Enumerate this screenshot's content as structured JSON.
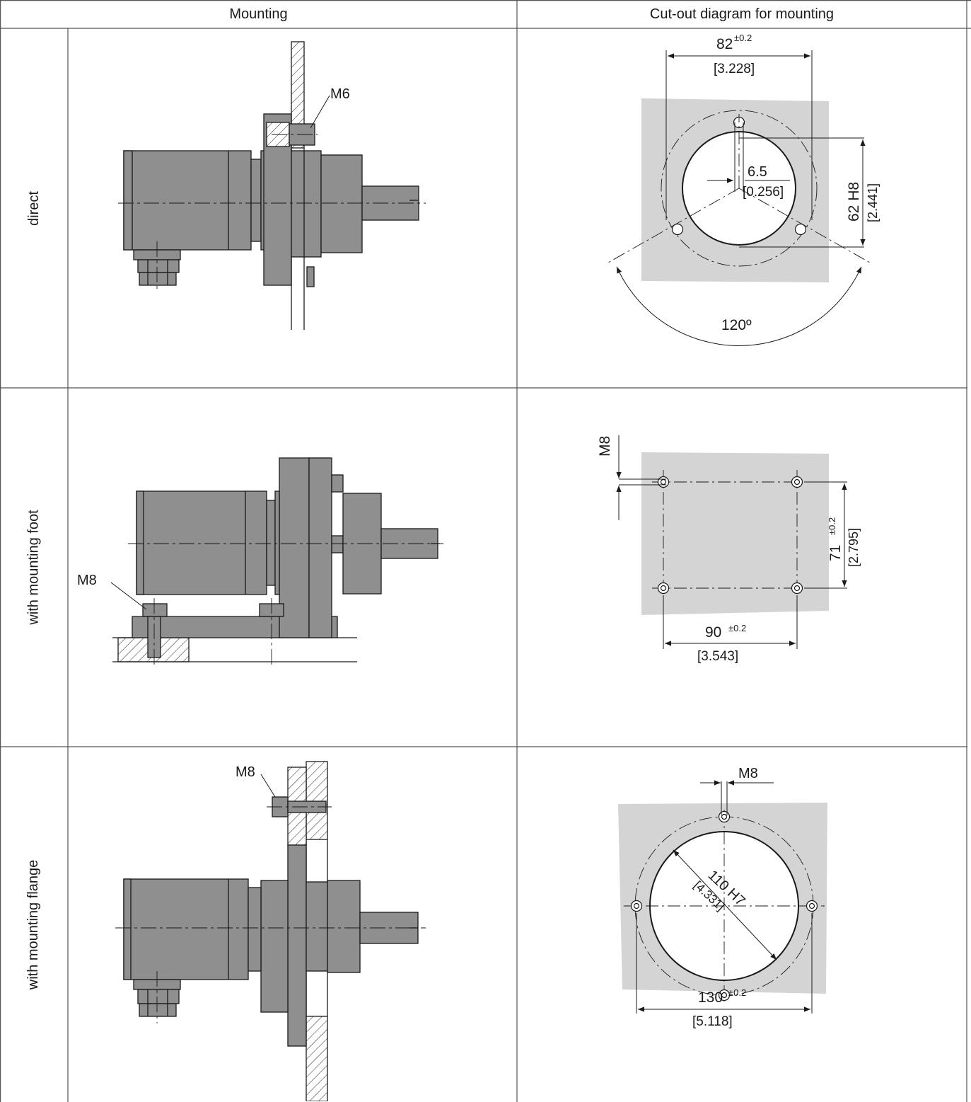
{
  "table": {
    "headers": [
      "Mounting",
      "Cut-out diagram for mounting"
    ],
    "rows": [
      {
        "label": "direct",
        "mounting": {
          "callouts": [
            "M6"
          ]
        },
        "cutout": {
          "dims": [
            "82",
            "±0.2",
            "[3.228]",
            "6.5",
            "[0.256]",
            "62 H8",
            "[2.441]",
            "120º"
          ]
        }
      },
      {
        "label": "with mounting foot",
        "mounting": {
          "callouts": [
            "M8"
          ]
        },
        "cutout": {
          "dims": [
            "M8",
            "71",
            "±0.2",
            "[2.795]",
            "90",
            "±0.2",
            "[3.543]"
          ]
        }
      },
      {
        "label": "with mounting flange",
        "mounting": {
          "callouts": [
            "M8"
          ]
        },
        "cutout": {
          "dims": [
            "M8",
            "110 H7",
            "[4.331]",
            "130",
            "±0.2",
            "[5.118]"
          ]
        }
      }
    ]
  },
  "colors": {
    "drawing_fill": "#8f8f8f",
    "plate_fill": "#d4d4d4",
    "line": "#1a1a1a",
    "grid": "#555555"
  }
}
